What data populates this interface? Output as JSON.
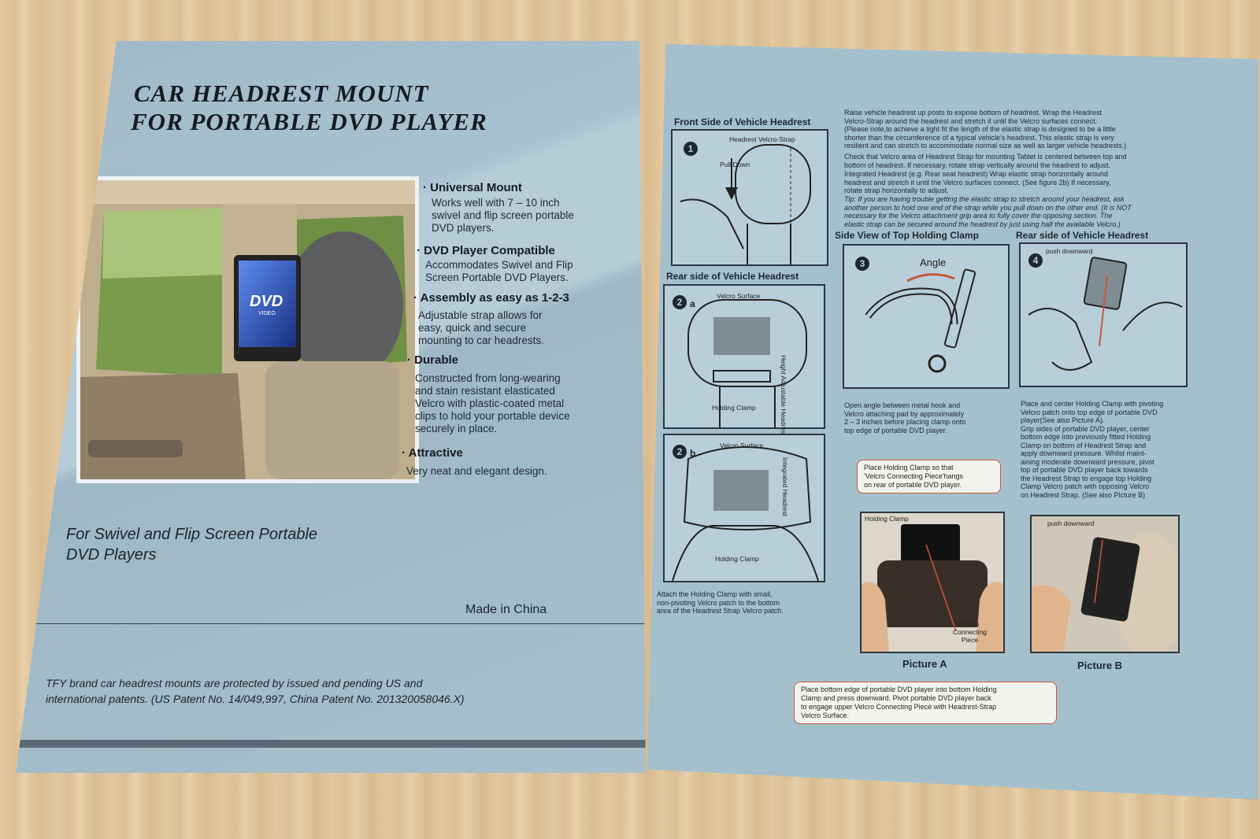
{
  "left_box": {
    "title_line1": "CAR HEADREST MOUNT",
    "title_line2": "FOR PORTABLE DVD PLAYER",
    "features": [
      {
        "heading": "· Universal Mount",
        "body": "Works well with 7 – 10 inch\nswivel and flip screen portable\nDVD players."
      },
      {
        "heading": "· DVD Player Compatible",
        "body": "Accommodates Swivel and Flip\nScreen Portable DVD Players."
      },
      {
        "heading": "· Assembly as easy as 1-2-3",
        "body": "Adjustable strap allows for\neasy, quick and secure\nmounting to car headrests."
      },
      {
        "heading": "· Durable",
        "body": "Constructed from long-wearing\nand stain resistant elasticated\nVelcro with plastic-coated metal\nclips to hold your portable device\nsecurely in place."
      },
      {
        "heading": "· Attractive",
        "body": "Very neat and elegant design."
      }
    ],
    "photo_dvd_logo": "DVD",
    "photo_dvd_sub": "VIDEO",
    "tagline": "For Swivel and Flip Screen Portable\nDVD Players",
    "made_in": "Made in China",
    "patent": "TFY brand car headrest mounts are protected by issued and pending US and\ninternational patents. (US Patent No. 14/049,997, China Patent No. 201320058046.X)"
  },
  "right_box": {
    "front_side_title": "Front Side of Vehicle Headrest",
    "rear_side_title": "Rear side of Vehicle Headrest",
    "side_view_title": "Side View of Top Holding Clamp",
    "rear_side_title2": "Rear side of Vehicle Headrest",
    "instructions_top": "Raise vehicle headrest up posts to expose bottom of headrest. Wrap the Headrest\nVelcro-Strap around the headrest and stretch it until the Velcro surfaces connect.\n(Please note,to achieve a tight fit the length of the elastic strap is designed to be a little\nshorter than the circumference of a typical vehicle's headrest. This elastic strap is very\nresilient and can stretch to accommodate normal size as well as larger vehicle headrests.)",
    "instructions_check": "Check that Velcro area of Headrest Strap for mounting Tablet is centered between top and\nbottom of headrest.  If necessary, rotate strap vertically around the headrest to adjust.",
    "instructions_integrated": "Integrated Headrest (e.g. Rear seat headrest) Wrap elastic strap horizontally around\nheadrest and stretch it until the Velcro surfaces connect. (See figure 2b)  If necessary,\nrotate strap horizontally to adjust.",
    "instructions_tip": "Tip: If you are having trouble getting the elastic strap to stretch around your headrest, ask\nanother person to hold one end of the strap while you pull down on the other end. (It is NOT\nnecessary for the Velcro attachment grip area to fully cover the opposing section. The\nelastic strap can be secured around the headrest by just using half the available Velcro.)",
    "step1_num": "1",
    "step1_label_strap": "Headrest Velcro-Strap",
    "step1_label_pull": "Pull Down",
    "step2a_num": "2",
    "step2a_suffix": "a",
    "step2a_label_velcro": "Velcro Surface",
    "step2a_label_clamp": "Holding Clamp",
    "step2a_side": "Height Adjustable Headrest",
    "step2b_num": "2",
    "step2b_suffix": "b",
    "step2b_label_velcro": "Velcro Surface",
    "step2b_label_clamp": "Holding Clamp",
    "step2b_side": "Integrated Headrest",
    "step2_caption": "Attach the Holding Clamp with small,\nnon-pivoting Velcro patch to the bottom\narea of the Headrest Strap Velcro patch.",
    "step3_num": "3",
    "step3_label": "Angle",
    "step3_caption": "Open angle between metal hook and\nVelcro attaching  pad by approximately\n2 – 3 inches before placing clamp onto\ntop edge of portable DVD player.",
    "step4_num": "4",
    "step4_label": "push downward",
    "step4_caption": "Place and center Holding Clamp with pivoting\nVelcro patch onto top edge of portable DVD\nplayer(See also Picture A).\nGrip sides of portable DVD player, center\nbottom edge into previously fitted Holding\nClamp on bottom of Headrest Strap and\napply downward pressure.  Whilst maint-\naining moderate downward pressure, pivot\ntop of portable DVD player back towards\nthe Headrest Strap to engage top Holding\nClamp Velcro patch with opposing Velcro\non Headrest Strap. (See also Picture B)",
    "callout_top": "Place Holding Clamp so that\n'Velcro Connecting Piece'hangs\non rear of portable DVD player.",
    "pic_a_label_clamp": "Holding Clamp",
    "pic_a_label_velcro": "Velcro\nConnecting\nPiece",
    "pic_a_title": "Picture A",
    "pic_b_label": "push downward",
    "pic_b_title": "Picture B",
    "callout_bottom": "Place bottom edge of portable DVD player into bottom Holding\nClamp and press downward. Pivot portable DVD player back\nto engage upper Velcro Connecting Piece with Headrest-Strap\nVelcro Surface."
  }
}
